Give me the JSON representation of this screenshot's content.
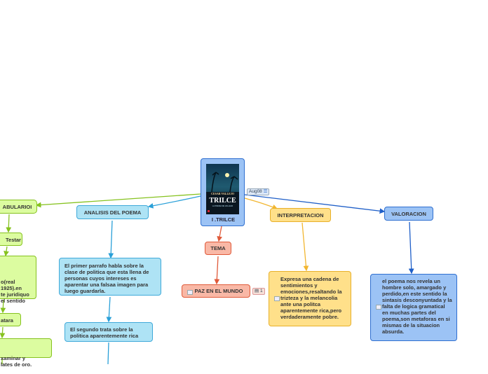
{
  "central": {
    "title": "I .TRILCE",
    "badge_date": "Aug08",
    "badge_icon": "list-icon",
    "cover": {
      "author": "CESAR VALLEJO",
      "book": "TRILCE",
      "subtitle": "LA POESIA DE VALLEJO"
    }
  },
  "analisis": {
    "title": "ANALISIS DEL POEMA",
    "p1": "El primer parrafo habla sobre la clase de politica que esta llena de personas cuyos intereses es aparentar una falsaa imagen para luego guardarla.",
    "p2": "El segundo trata sobre la politica aparentemente rica"
  },
  "tema": {
    "title": "TEMA",
    "child": "PAZ EN EL MUNDO",
    "child_badge": "1"
  },
  "interpretacion": {
    "title": "INTERPRETACION",
    "text": "Expresa una cadena de sentimientos y emociones,resaltando la trizteza y la melancolia ante una politca aparentemente rica,pero verdaderamente pobre."
  },
  "valoracion": {
    "title": "VALORACION",
    "text": "el poema nos revela un hombre solo, amargado y perdido,en este sentido la sintasis desconyuntada y la falta de logica gramatical en muchas partes del poema,son metaforas en si mismas de la situacion absurda."
  },
  "vocabulario": {
    "title": "ABULARIOI",
    "w1": "Testar",
    "w2": "o(real\n1925).en\nte juridiquo\nel sentido",
    "w3": "atara",
    "w4": "xaminar y\nlates de oro."
  },
  "colors": {
    "blue_line": "#2aa0d8",
    "green_line": "#86c21f",
    "orange_line": "#f2b630",
    "red_line": "#e05a3a",
    "navy_line": "#1f5fc8"
  }
}
